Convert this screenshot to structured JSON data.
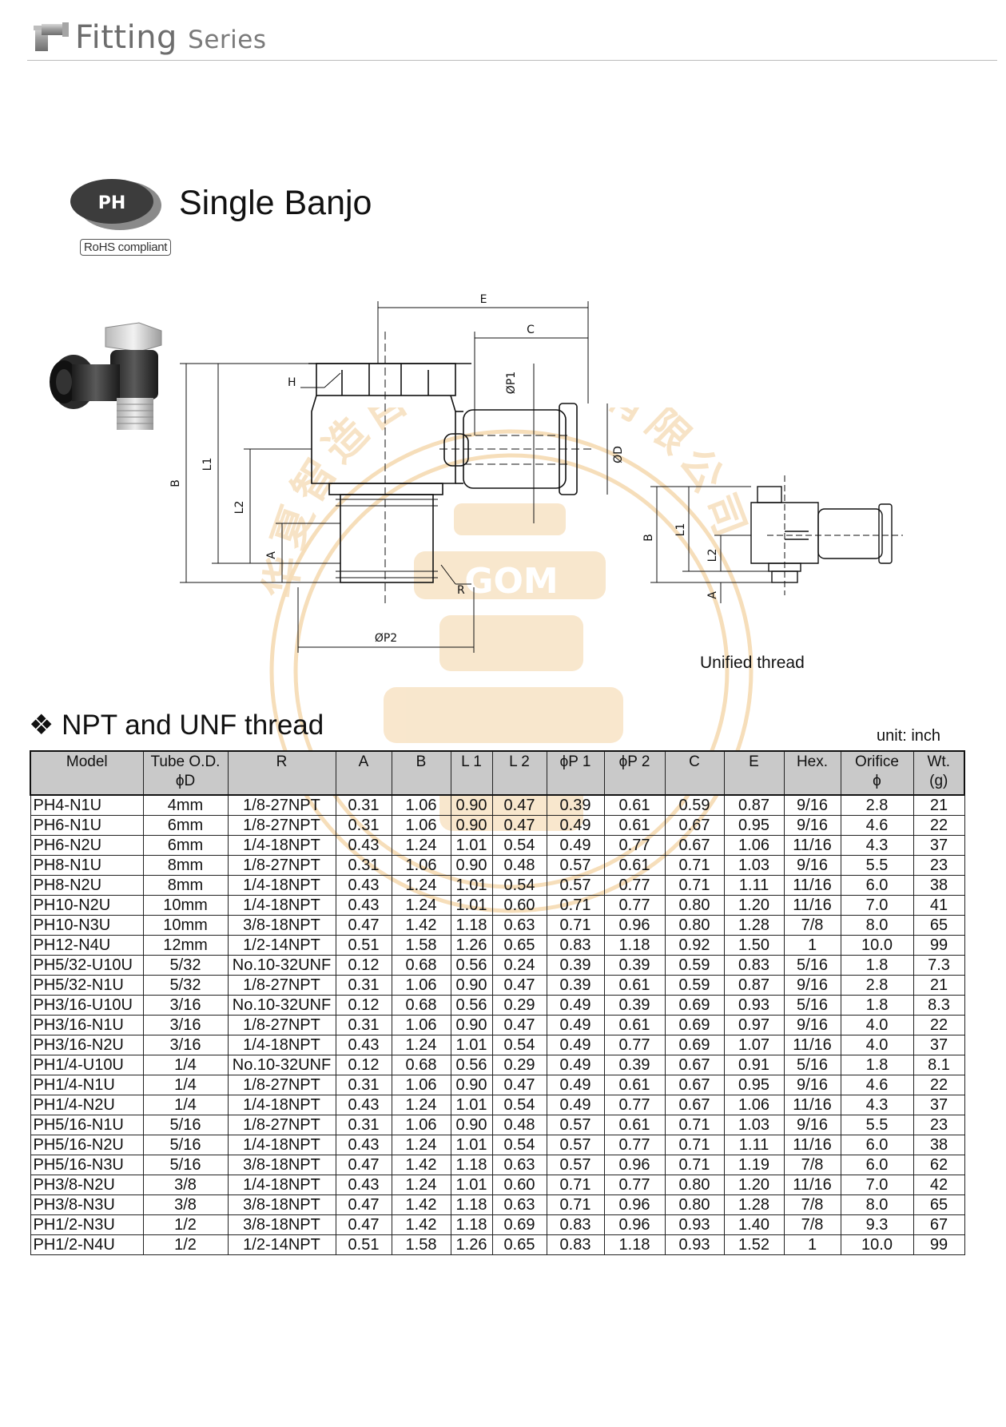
{
  "header": {
    "brand": "Fitting",
    "series": "Series"
  },
  "product": {
    "badge": "PH",
    "title": "Single Banjo",
    "rohs": "RoHS compliant"
  },
  "drawing": {
    "dims": {
      "E": "E",
      "C": "C",
      "H": "H",
      "P1": "ØP1",
      "D": "ØD",
      "B": "B",
      "L1": "L1",
      "L2": "L2",
      "A": "A",
      "R": "R",
      "P2": "ØP2"
    },
    "unified_label": "Unified thread"
  },
  "section": {
    "title": "NPT and UNF thread",
    "unit": "unit: inch"
  },
  "table": {
    "headers": [
      {
        "line1": "Model",
        "line2": ""
      },
      {
        "line1": "Tube O.D.",
        "line2": "ϕD"
      },
      {
        "line1": "R",
        "line2": ""
      },
      {
        "line1": "A",
        "line2": ""
      },
      {
        "line1": "B",
        "line2": ""
      },
      {
        "line1": "L 1",
        "line2": ""
      },
      {
        "line1": "L 2",
        "line2": ""
      },
      {
        "line1": "ϕP 1",
        "line2": ""
      },
      {
        "line1": "ϕP 2",
        "line2": ""
      },
      {
        "line1": "C",
        "line2": ""
      },
      {
        "line1": "E",
        "line2": ""
      },
      {
        "line1": "Hex.",
        "line2": ""
      },
      {
        "line1": "Orifice",
        "line2": "ϕ"
      },
      {
        "line1": "Wt.",
        "line2": "(g)"
      }
    ],
    "rows": [
      [
        "PH4-N1U",
        "4mm",
        "1/8-27NPT",
        "0.31",
        "1.06",
        "0.90",
        "0.47",
        "0.39",
        "0.61",
        "0.59",
        "0.87",
        "9/16",
        "2.8",
        "21"
      ],
      [
        "PH6-N1U",
        "6mm",
        "1/8-27NPT",
        "0.31",
        "1.06",
        "0.90",
        "0.47",
        "0.49",
        "0.61",
        "0.67",
        "0.95",
        "9/16",
        "4.6",
        "22"
      ],
      [
        "PH6-N2U",
        "6mm",
        "1/4-18NPT",
        "0.43",
        "1.24",
        "1.01",
        "0.54",
        "0.49",
        "0.77",
        "0.67",
        "1.06",
        "11/16",
        "4.3",
        "37"
      ],
      [
        "PH8-N1U",
        "8mm",
        "1/8-27NPT",
        "0.31",
        "1.06",
        "0.90",
        "0.48",
        "0.57",
        "0.61",
        "0.71",
        "1.03",
        "9/16",
        "5.5",
        "23"
      ],
      [
        "PH8-N2U",
        "8mm",
        "1/4-18NPT",
        "0.43",
        "1.24",
        "1.01",
        "0.54",
        "0.57",
        "0.77",
        "0.71",
        "1.11",
        "11/16",
        "6.0",
        "38"
      ],
      [
        "PH10-N2U",
        "10mm",
        "1/4-18NPT",
        "0.43",
        "1.24",
        "1.01",
        "0.60",
        "0.71",
        "0.77",
        "0.80",
        "1.20",
        "11/16",
        "7.0",
        "41"
      ],
      [
        "PH10-N3U",
        "10mm",
        "3/8-18NPT",
        "0.47",
        "1.42",
        "1.18",
        "0.63",
        "0.71",
        "0.96",
        "0.80",
        "1.28",
        "7/8",
        "8.0",
        "65"
      ],
      [
        "PH12-N4U",
        "12mm",
        "1/2-14NPT",
        "0.51",
        "1.58",
        "1.26",
        "0.65",
        "0.83",
        "1.18",
        "0.92",
        "1.50",
        "1",
        "10.0",
        "99"
      ],
      [
        "PH5/32-U10U",
        "5/32",
        "No.10-32UNF",
        "0.12",
        "0.68",
        "0.56",
        "0.24",
        "0.39",
        "0.39",
        "0.59",
        "0.83",
        "5/16",
        "1.8",
        "7.3"
      ],
      [
        "PH5/32-N1U",
        "5/32",
        "1/8-27NPT",
        "0.31",
        "1.06",
        "0.90",
        "0.47",
        "0.39",
        "0.61",
        "0.59",
        "0.87",
        "9/16",
        "2.8",
        "21"
      ],
      [
        "PH3/16-U10U",
        "3/16",
        "No.10-32UNF",
        "0.12",
        "0.68",
        "0.56",
        "0.29",
        "0.49",
        "0.39",
        "0.69",
        "0.93",
        "5/16",
        "1.8",
        "8.3"
      ],
      [
        "PH3/16-N1U",
        "3/16",
        "1/8-27NPT",
        "0.31",
        "1.06",
        "0.90",
        "0.47",
        "0.49",
        "0.61",
        "0.69",
        "0.97",
        "9/16",
        "4.0",
        "22"
      ],
      [
        "PH3/16-N2U",
        "3/16",
        "1/4-18NPT",
        "0.43",
        "1.24",
        "1.01",
        "0.54",
        "0.49",
        "0.77",
        "0.69",
        "1.07",
        "11/16",
        "4.0",
        "37"
      ],
      [
        "PH1/4-U10U",
        "1/4",
        "No.10-32UNF",
        "0.12",
        "0.68",
        "0.56",
        "0.29",
        "0.49",
        "0.39",
        "0.67",
        "0.91",
        "5/16",
        "1.8",
        "8.1"
      ],
      [
        "PH1/4-N1U",
        "1/4",
        "1/8-27NPT",
        "0.31",
        "1.06",
        "0.90",
        "0.47",
        "0.49",
        "0.61",
        "0.67",
        "0.95",
        "9/16",
        "4.6",
        "22"
      ],
      [
        "PH1/4-N2U",
        "1/4",
        "1/4-18NPT",
        "0.43",
        "1.24",
        "1.01",
        "0.54",
        "0.49",
        "0.77",
        "0.67",
        "1.06",
        "11/16",
        "4.3",
        "37"
      ],
      [
        "PH5/16-N1U",
        "5/16",
        "1/8-27NPT",
        "0.31",
        "1.06",
        "0.90",
        "0.48",
        "0.57",
        "0.61",
        "0.71",
        "1.03",
        "9/16",
        "5.5",
        "23"
      ],
      [
        "PH5/16-N2U",
        "5/16",
        "1/4-18NPT",
        "0.43",
        "1.24",
        "1.01",
        "0.54",
        "0.57",
        "0.77",
        "0.71",
        "1.11",
        "11/16",
        "6.0",
        "38"
      ],
      [
        "PH5/16-N3U",
        "5/16",
        "3/8-18NPT",
        "0.47",
        "1.42",
        "1.18",
        "0.63",
        "0.57",
        "0.96",
        "0.71",
        "1.19",
        "7/8",
        "6.0",
        "62"
      ],
      [
        "PH3/8-N2U",
        "3/8",
        "1/4-18NPT",
        "0.43",
        "1.24",
        "1.01",
        "0.60",
        "0.71",
        "0.77",
        "0.80",
        "1.20",
        "11/16",
        "7.0",
        "42"
      ],
      [
        "PH3/8-N3U",
        "3/8",
        "3/8-18NPT",
        "0.47",
        "1.42",
        "1.18",
        "0.63",
        "0.71",
        "0.96",
        "0.80",
        "1.28",
        "7/8",
        "8.0",
        "65"
      ],
      [
        "PH1/2-N3U",
        "1/2",
        "3/8-18NPT",
        "0.47",
        "1.42",
        "1.18",
        "0.69",
        "0.83",
        "0.96",
        "0.93",
        "1.40",
        "7/8",
        "9.3",
        "67"
      ],
      [
        "PH1/2-N4U",
        "1/2",
        "1/2-14NPT",
        "0.51",
        "1.58",
        "1.26",
        "0.65",
        "0.83",
        "1.18",
        "0.93",
        "1.52",
        "1",
        "10.0",
        "99"
      ]
    ]
  },
  "watermark": {
    "text": "华夏智造自动化科技有限公司",
    "mark": "GOM"
  }
}
